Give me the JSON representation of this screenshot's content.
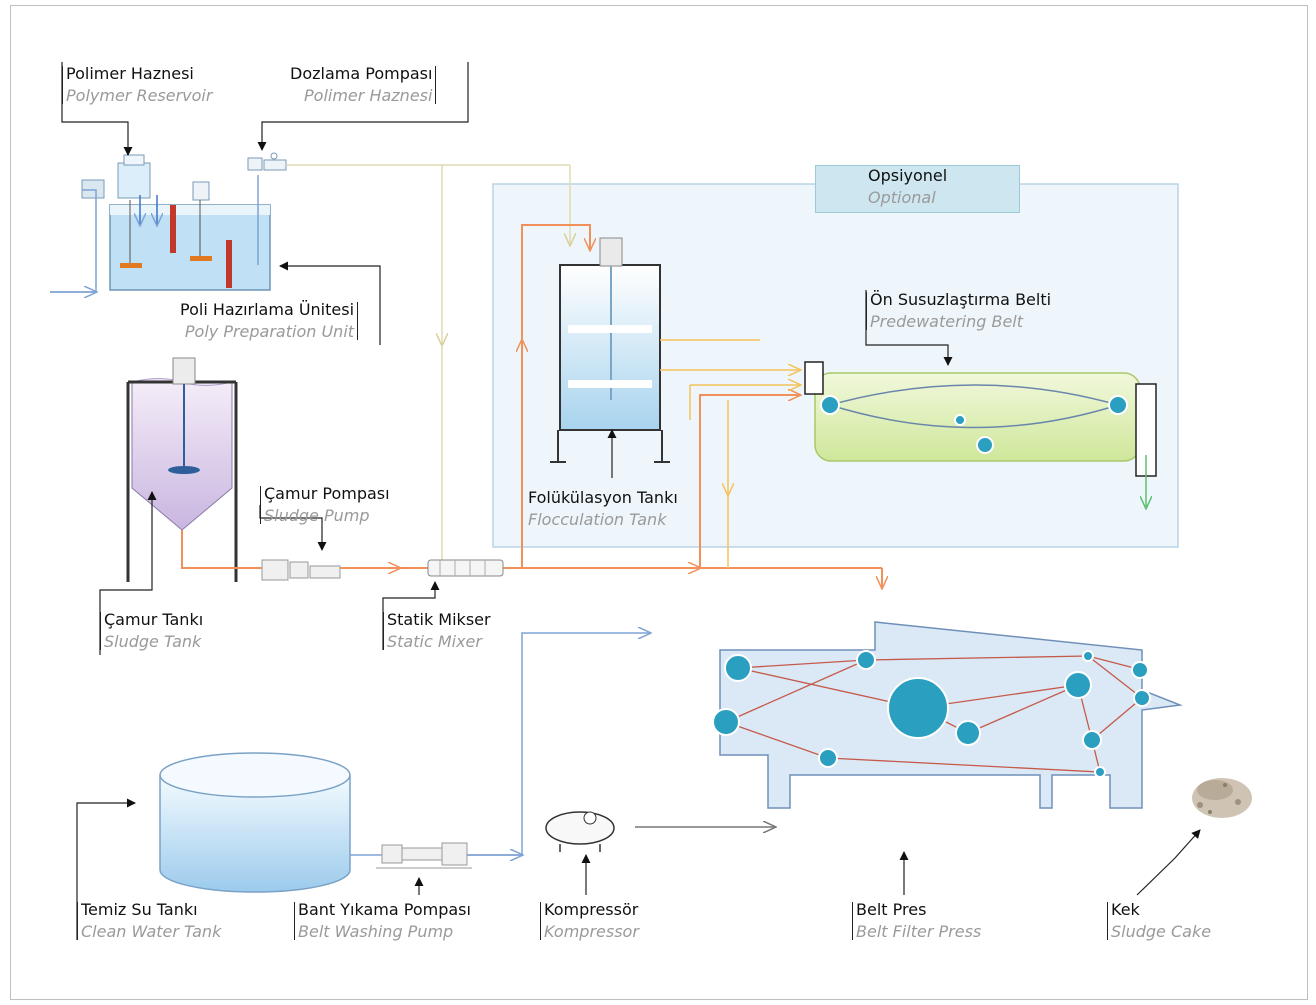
{
  "labels": {
    "polymer_reservoir": {
      "tr": "Polimer Haznesi",
      "en": "Polymer Reservoir"
    },
    "dosing_pump": {
      "tr": "Dozlama Pompası",
      "en": "Polimer Haznesi"
    },
    "optional": {
      "tr": "Opsiyonel",
      "en": "Optional"
    },
    "poly_prep_unit": {
      "tr": "Poli Hazırlama Ünitesi",
      "en": "Poly Preparation Unit"
    },
    "predewatering_belt": {
      "tr": "Ön Susuzlaştırma Belti",
      "en": "Predewatering Belt"
    },
    "sludge_pump": {
      "tr": "Çamur Pompası",
      "en": "Sludge Pump"
    },
    "flocculation_tank": {
      "tr": "Folükülasyon Tankı",
      "en": "Flocculation Tank"
    },
    "sludge_tank": {
      "tr": "Çamur Tankı",
      "en": "Sludge Tank"
    },
    "static_mixer": {
      "tr": "Statik Mikser",
      "en": "Static Mixer"
    },
    "clean_water_tank": {
      "tr": "Temiz Su Tankı",
      "en": "Clean Water Tank"
    },
    "belt_washing_pump": {
      "tr": "Bant Yıkama Pompası",
      "en": "Belt Washing Pump"
    },
    "compressor": {
      "tr": "Kompressör",
      "en": "Kompressor"
    },
    "belt_press": {
      "tr": "Belt Pres",
      "en": "Belt Filter Press"
    },
    "cake": {
      "tr": "Kek",
      "en": "Sludge Cake"
    }
  },
  "colors": {
    "sludge_line": "#f0905a",
    "polymer_line": "#e8d99a",
    "flocculated_line": "#f6c25a",
    "water_line": "#7ea3d4",
    "air_line": "#777777",
    "filtrate_line": "#5cc070",
    "equipment_blue": "#cfe6f6",
    "roller": "#2a9fbf",
    "belt": "#c55a4a",
    "predewatering_fill": "#dff0b0",
    "optional_area": "#eef6fb"
  }
}
